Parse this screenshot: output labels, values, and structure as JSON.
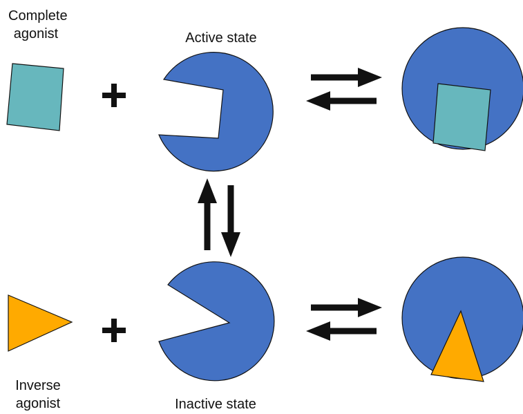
{
  "labels": {
    "complete_agonist_line1": "Complete",
    "complete_agonist_line2": "agonist",
    "active_state": "Active state",
    "inverse_agonist_line1": "Inverse",
    "inverse_agonist_line2": "agonist",
    "inactive_state": "Inactive state"
  },
  "colors": {
    "receptor": "#4472c4",
    "complete_agonist": "#67b7bd",
    "inverse_agonist": "#ffaa00",
    "arrow": "#111111",
    "outline": "#111111"
  },
  "icons": {
    "complete_agonist_shape": "square",
    "inverse_agonist_shape": "triangle",
    "active_receptor_shape": "circle-with-square-notch",
    "inactive_receptor_shape": "circle-with-wedge-notch",
    "binding_equilibrium": "reversible-arrows-horizontal",
    "state_equilibrium": "reversible-arrows-vertical",
    "plus": "plus-sign"
  }
}
